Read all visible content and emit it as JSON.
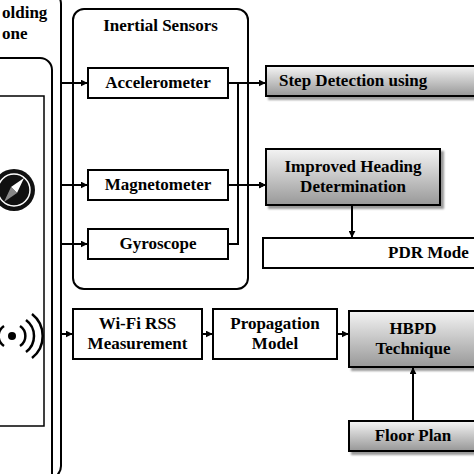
{
  "diagram": {
    "nodes": [
      {
        "text": [
          "olding one"
        ]
      },
      {
        "text": [
          "Inertial Sensors"
        ]
      },
      {
        "text": [
          "Accelerometer"
        ],
        "in": 1
      },
      {
        "text": [
          "Step Detection using"
        ]
      },
      {
        "text": [
          "Magnetometer"
        ],
        "in": 1
      },
      {
        "text": [
          "Improved Heading Determination"
        ]
      },
      {
        "text": [
          "Gyroscope"
        ],
        "in": 1
      },
      {
        "text": [
          "PDR Mode"
        ]
      },
      {
        "text": [
          "Wi-Fi RSS Measurement"
        ]
      },
      {
        "text": [
          "Propagation Model"
        ]
      },
      {
        "text": [
          "HBPD Technique"
        ]
      },
      {
        "text": [
          "Floor Plan"
        ]
      }
    ],
    "edges": [
      {
        "from": 0,
        "to": 2,
        "arrow": "to"
      },
      {
        "from": 0,
        "to": 4,
        "arrow": "to"
      },
      {
        "from": 0,
        "to": 6,
        "arrow": "to"
      },
      {
        "from": 0,
        "to": 8,
        "arrow": "to"
      },
      {
        "from": 2,
        "to": 3,
        "arrow": "to"
      },
      {
        "from": 2,
        "to": 5,
        "arrow": "to"
      },
      {
        "from": 4,
        "to": 5,
        "arrow": "to"
      },
      {
        "from": 6,
        "to": 5,
        "arrow": "to"
      },
      {
        "from": 5,
        "to": 7,
        "arrow": "to"
      },
      {
        "from": 8,
        "to": 9,
        "arrow": "to"
      },
      {
        "from": 9,
        "to": 10,
        "arrow": "to"
      },
      {
        "from": 11,
        "to": 10,
        "arrow": "to"
      }
    ]
  }
}
